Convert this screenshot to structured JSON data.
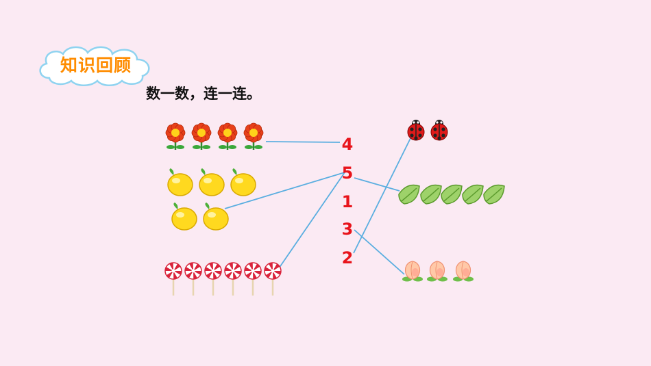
{
  "badge": {
    "label": "知识回顾"
  },
  "instruction": "数一数，连一连。",
  "numbers": [
    "4",
    "5",
    "1",
    "3",
    "2"
  ],
  "left_groups": [
    {
      "item": "flower",
      "count": 4
    },
    {
      "item": "lemon",
      "count": 5
    },
    {
      "item": "lollipop",
      "count": 6
    }
  ],
  "right_groups": [
    {
      "item": "ladybug",
      "count": 2
    },
    {
      "item": "leaf",
      "count": 5
    },
    {
      "item": "peach",
      "count": 3
    }
  ],
  "connections": [
    {
      "from": "left-0",
      "to": "number-0"
    },
    {
      "from": "left-1",
      "to": "number-1"
    },
    {
      "from": "left-2",
      "to": "number-1"
    },
    {
      "from": "number-1",
      "to": "right-1"
    },
    {
      "from": "number-4",
      "to": "right-0"
    },
    {
      "from": "number-3",
      "to": "right-2"
    }
  ],
  "colors": {
    "background": "#fbeaf3",
    "badge_text": "#ff8c00",
    "number": "#e8141b",
    "line": "#5aaee0"
  }
}
